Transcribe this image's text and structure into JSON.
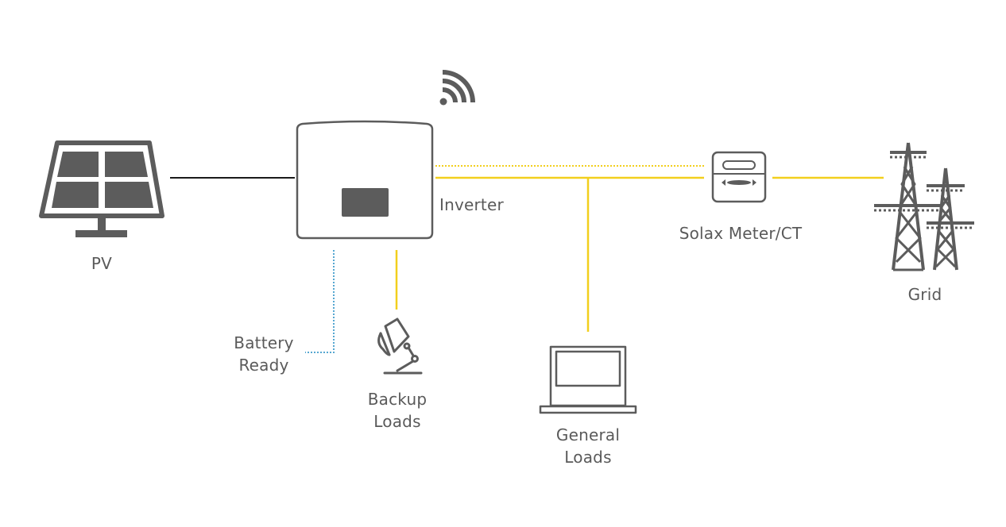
{
  "labels": {
    "pv": "PV",
    "inverter": "Inverter",
    "meter": "Solax Meter/CT",
    "grid": "Grid",
    "battery_line1": "Battery",
    "battery_line2": "Ready",
    "backup_line1": "Backup",
    "backup_line2": "Loads",
    "general_line1": "General",
    "general_line2": "Loads"
  },
  "colors": {
    "icon": "#5c5c5c",
    "ac_line": "#f2cf1d",
    "dc_line": "#1a1a1a",
    "battery_line": "#56a7d1",
    "text": "#5a5a5a"
  },
  "icons": {
    "pv": "solar-panel-icon",
    "inverter": "inverter-icon",
    "wifi": "wifi-icon",
    "meter": "meter-icon",
    "grid": "transmission-tower-icon",
    "backup": "desk-lamp-icon",
    "general": "laptop-icon"
  }
}
